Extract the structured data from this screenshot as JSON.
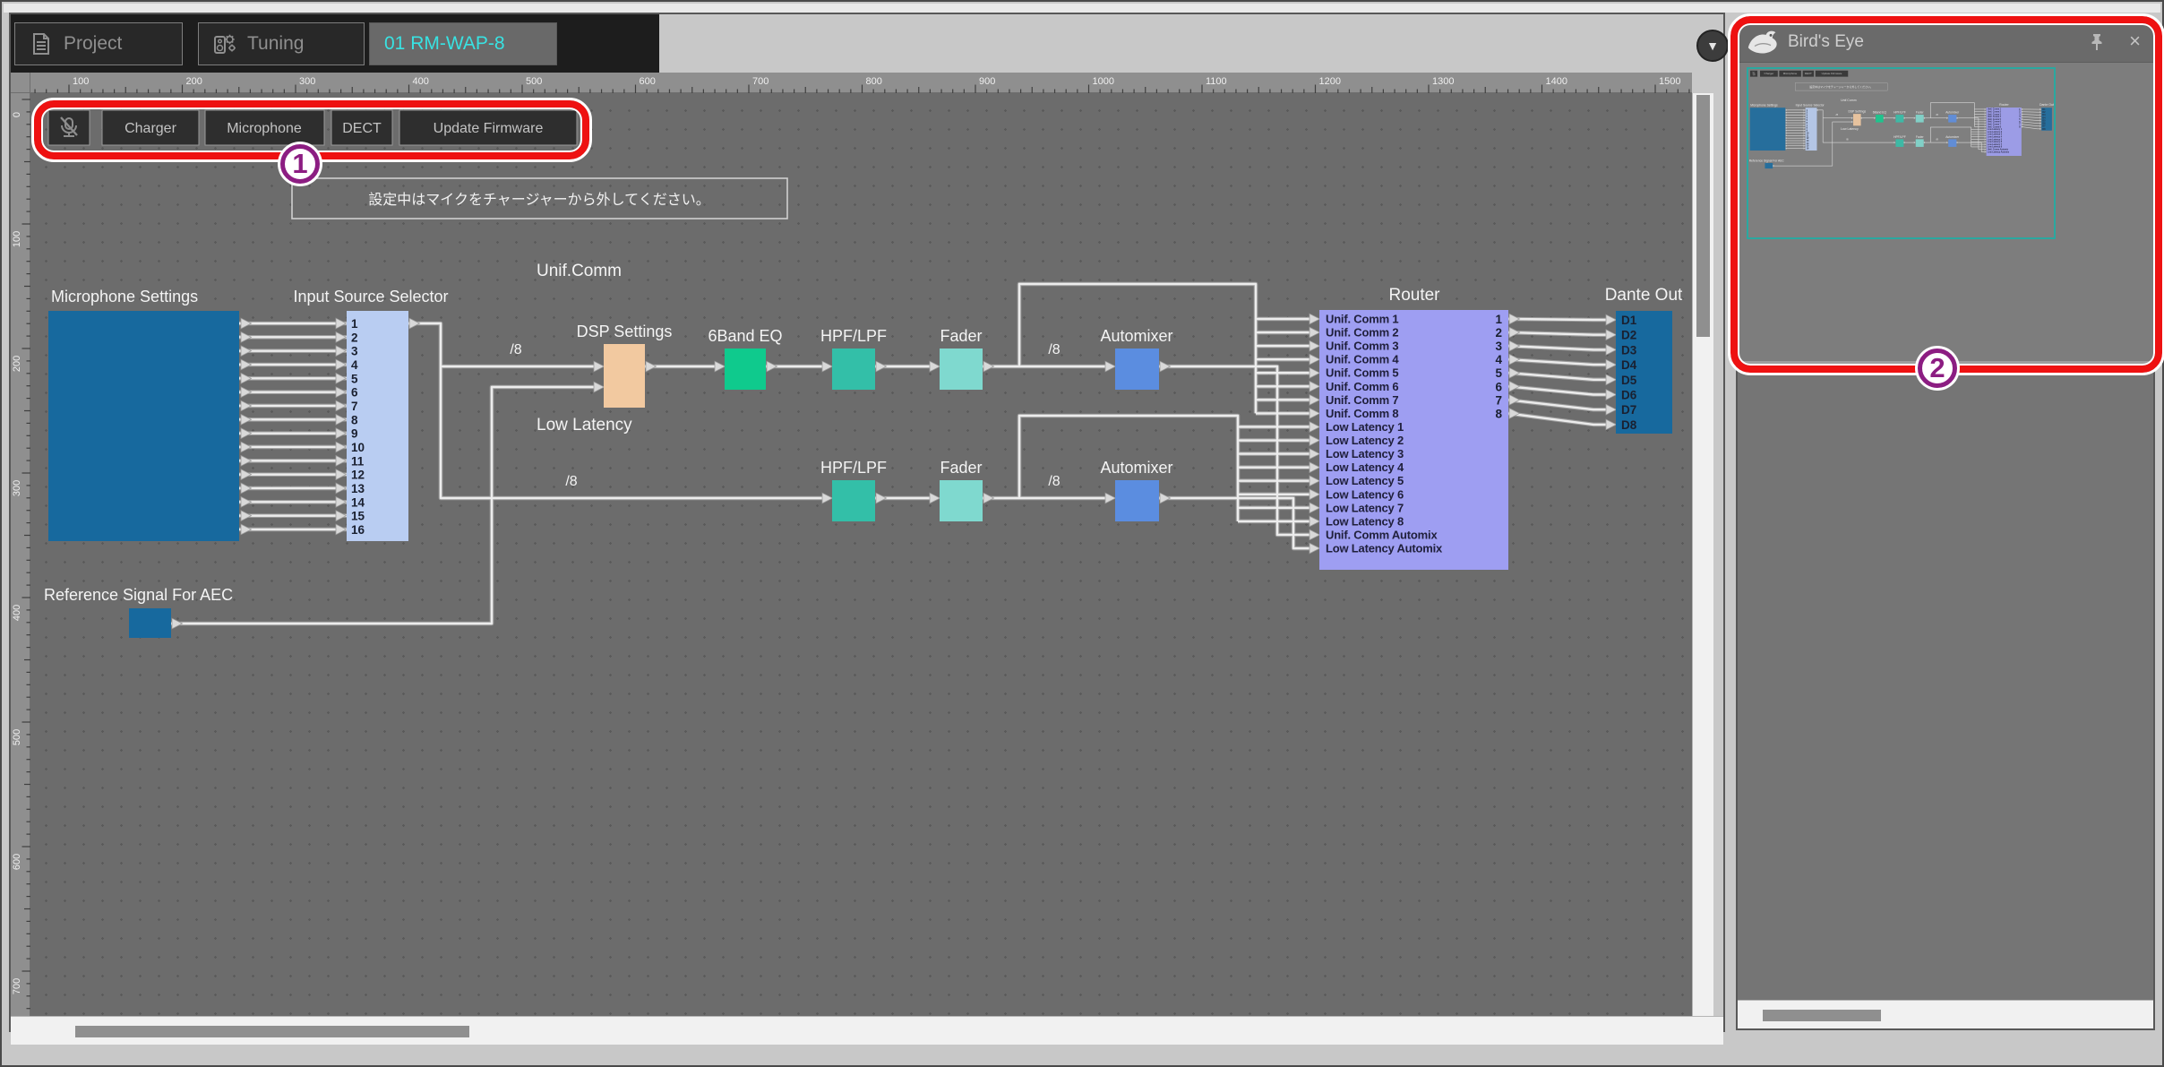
{
  "tabs": [
    {
      "label": "Project",
      "icon": "document-icon",
      "active": false
    },
    {
      "label": "Tuning",
      "icon": "tuning-icon",
      "active": false
    },
    {
      "label": "01 RM-WAP-8",
      "icon": null,
      "active": true
    }
  ],
  "collapse_button": {
    "icon": "chevron-down-icon",
    "glyph": "▼"
  },
  "toolbar": {
    "mute_button_icon": "mic-muted-icon",
    "buttons": [
      "Charger",
      "Microphone",
      "DECT",
      "Update Firmware"
    ]
  },
  "canvas": {
    "notice": "設定中はマイクをチャージャーから外してください。",
    "labels": {
      "unif_comm": "Unif.Comm",
      "low_latency": "Low Latency",
      "div8": "/8"
    },
    "ruler": {
      "top_ticks": [
        100,
        200,
        300,
        400,
        500,
        600,
        700,
        800,
        900,
        1000,
        1100,
        1200,
        1300,
        1400,
        1500
      ],
      "left_ticks": [
        0,
        100,
        200,
        300,
        400,
        500,
        600,
        700
      ]
    },
    "blocks": {
      "microphone_settings": {
        "label": "Microphone Settings",
        "color": "#17699e"
      },
      "input_source_selector": {
        "label": "Input Source Selector",
        "color": "#b9cdf2",
        "channels": [
          "1",
          "2",
          "3",
          "4",
          "5",
          "6",
          "7",
          "8",
          "9",
          "10",
          "11",
          "12",
          "13",
          "14",
          "15",
          "16"
        ]
      },
      "dsp_settings": {
        "label": "DSP Settings",
        "color": "#f2c9a0"
      },
      "band_eq": {
        "label": "6Band EQ",
        "color": "#0fca8d"
      },
      "hpf_lpf": {
        "label": "HPF/LPF",
        "color": "#33bfa8"
      },
      "fader": {
        "label": "Fader",
        "color": "#7fd9cf"
      },
      "automixer": {
        "label": "Automixer",
        "color": "#5b8de0"
      },
      "router": {
        "label": "Router",
        "color": "#9e9ef2",
        "inputs": [
          "Unif. Comm 1",
          "Unif. Comm 2",
          "Unif. Comm 3",
          "Unif. Comm 4",
          "Unif. Comm 5",
          "Unif. Comm 6",
          "Unif. Comm 7",
          "Unif. Comm 8",
          "Low Latency 1",
          "Low Latency 2",
          "Low Latency 3",
          "Low Latency 4",
          "Low Latency 5",
          "Low Latency 6",
          "Low Latency 7",
          "Low Latency 8",
          "Unif. Comm Automix",
          "Low Latency Automix"
        ],
        "outputs": [
          "1",
          "2",
          "3",
          "4",
          "5",
          "6",
          "7",
          "8"
        ]
      },
      "dante_out": {
        "label": "Dante Out",
        "color": "#17699e",
        "channels": [
          "D1",
          "D2",
          "D3",
          "D4",
          "D5",
          "D6",
          "D7",
          "D8"
        ]
      },
      "reference_aec": {
        "label": "Reference Signal For AEC",
        "color": "#17699e"
      }
    }
  },
  "birdseye": {
    "title": "Bird's Eye",
    "icons": {
      "logo": "bird-icon",
      "pin": "pin-icon",
      "close": "close-icon"
    },
    "close_glyph": "×",
    "viewport_color": "#2aa8a0"
  },
  "annotations": {
    "circle_1": "1",
    "circle_2": "2",
    "circle_color": "#8c1d82",
    "box_color": "#ee1111"
  }
}
